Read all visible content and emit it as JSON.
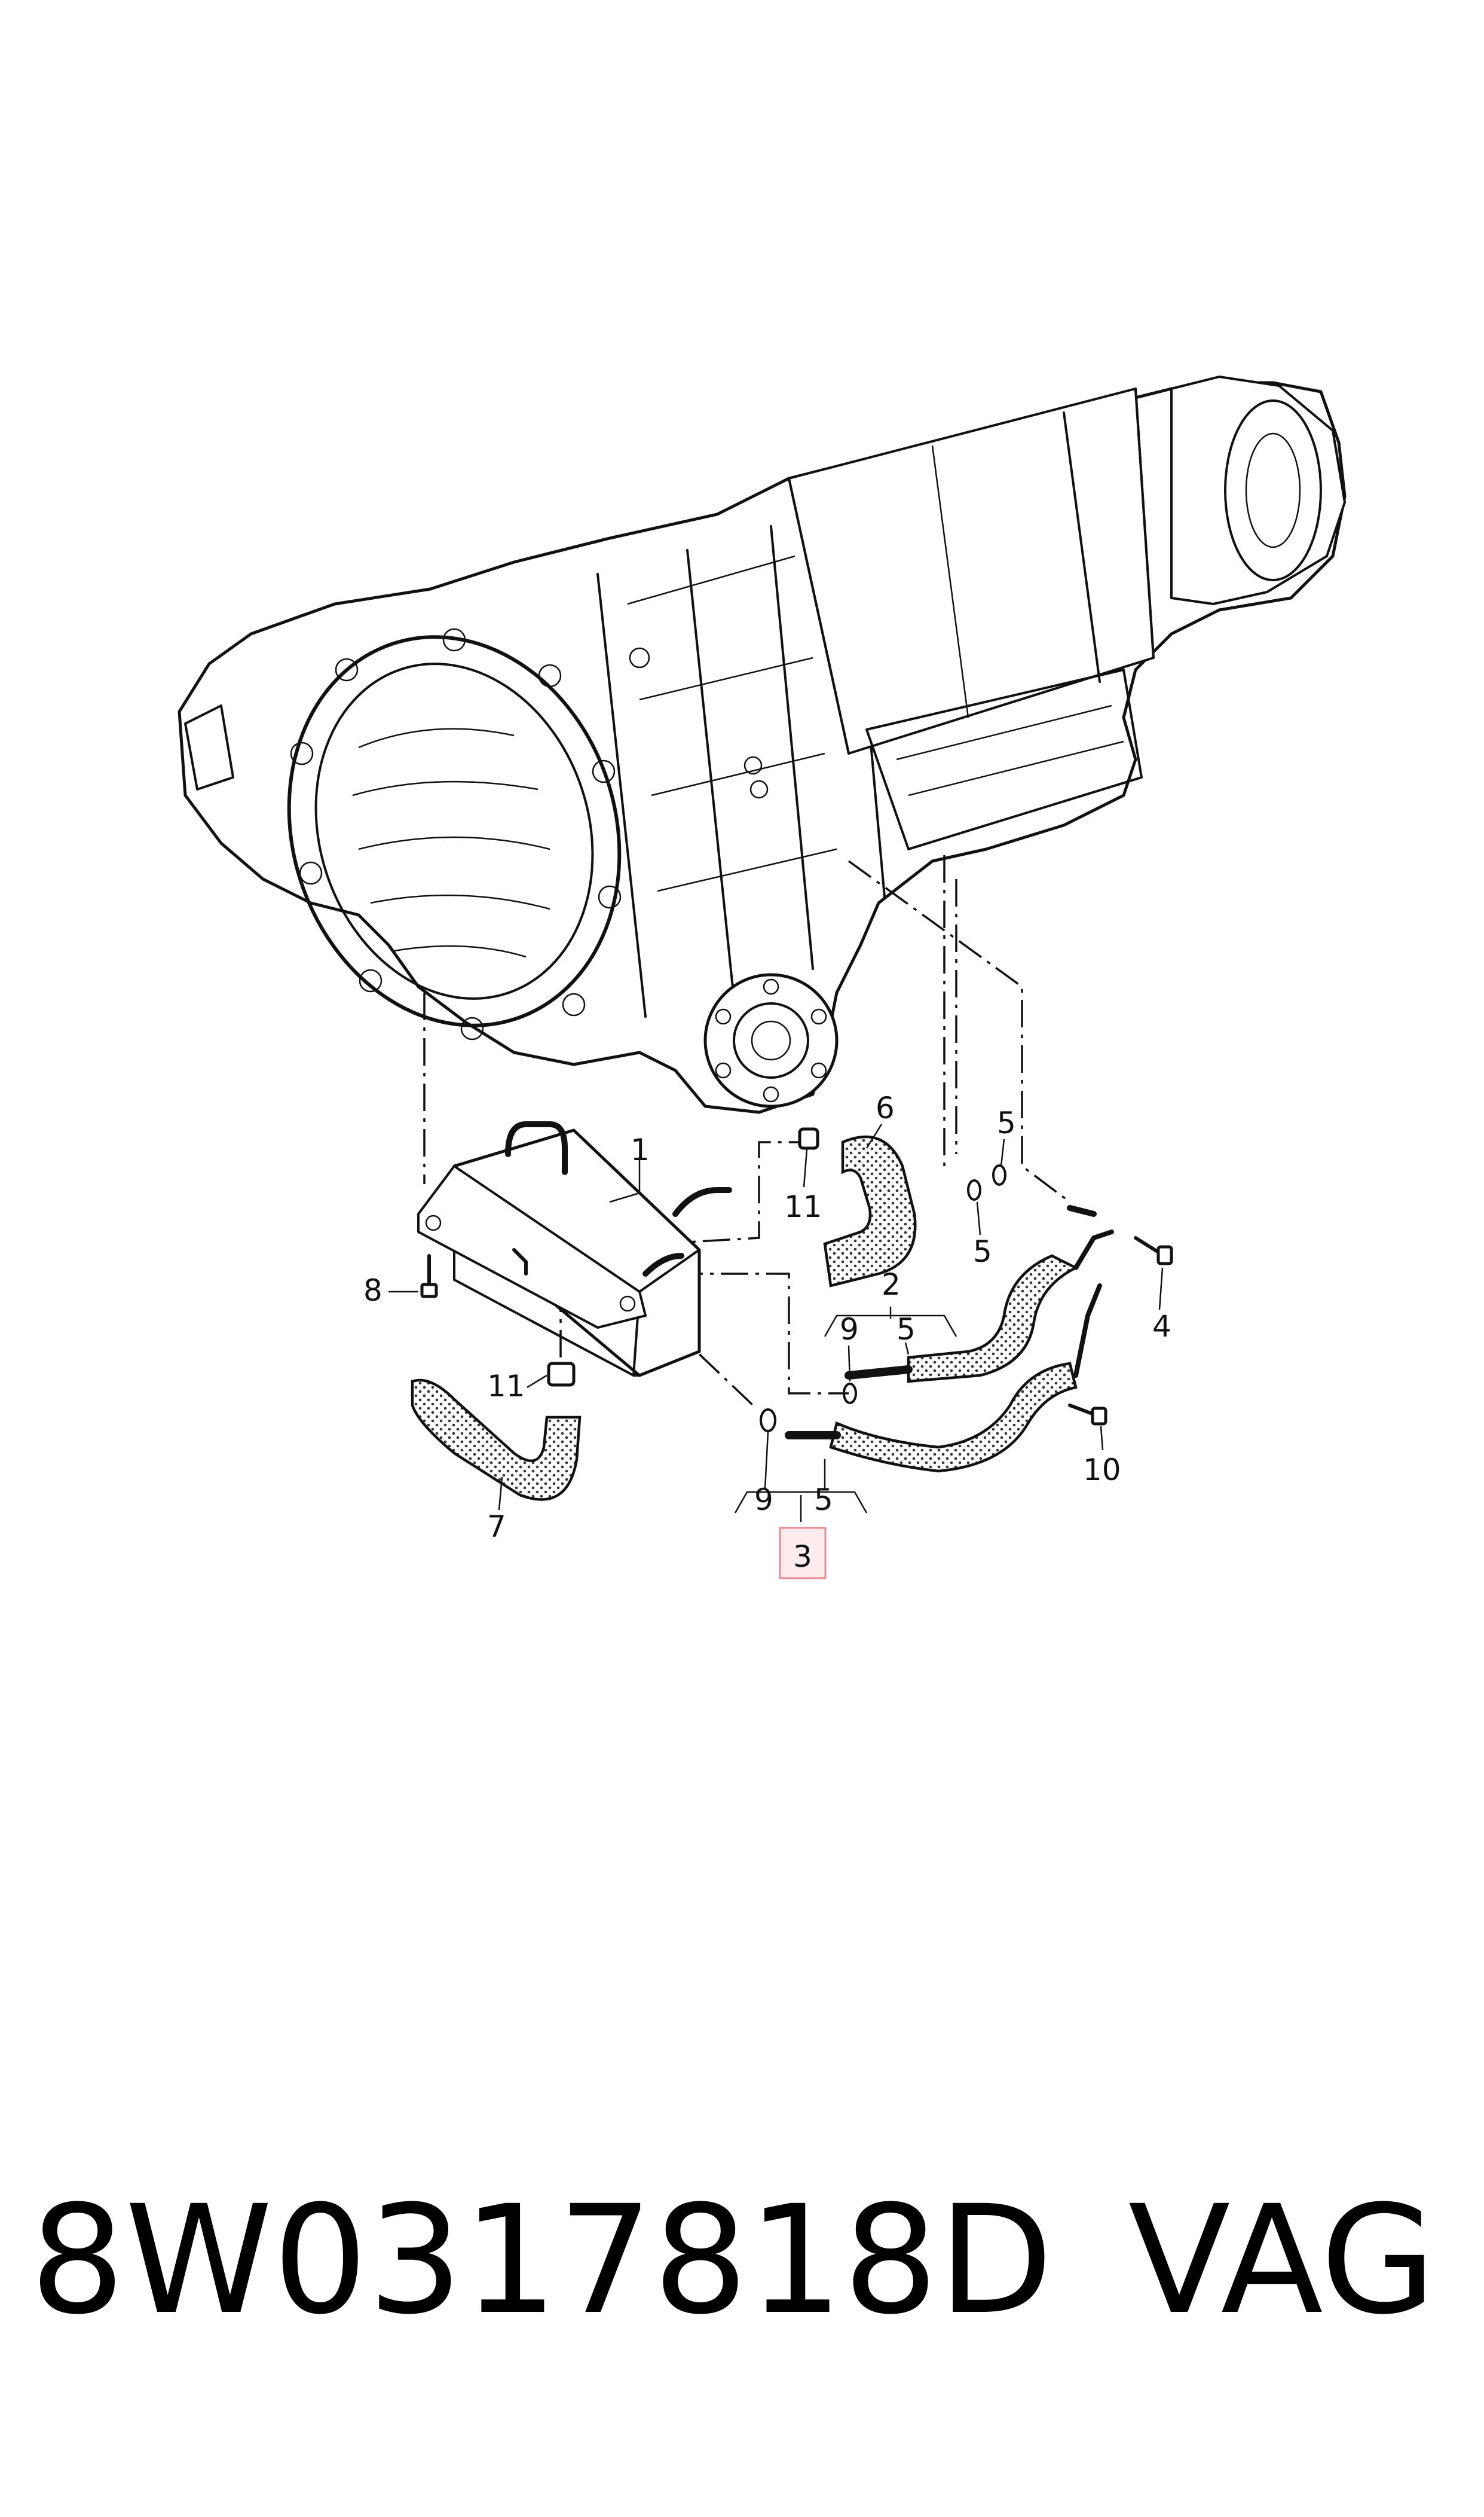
{
  "diagram": {
    "callouts": [
      "1",
      "2",
      "3",
      "4",
      "5",
      "5",
      "5",
      "5",
      "6",
      "7",
      "8",
      "9",
      "9",
      "10",
      "11",
      "11"
    ],
    "highlight_color": "#f2a0a8"
  },
  "footer": {
    "part_number": "8W0317818D",
    "brand": "VAG"
  }
}
